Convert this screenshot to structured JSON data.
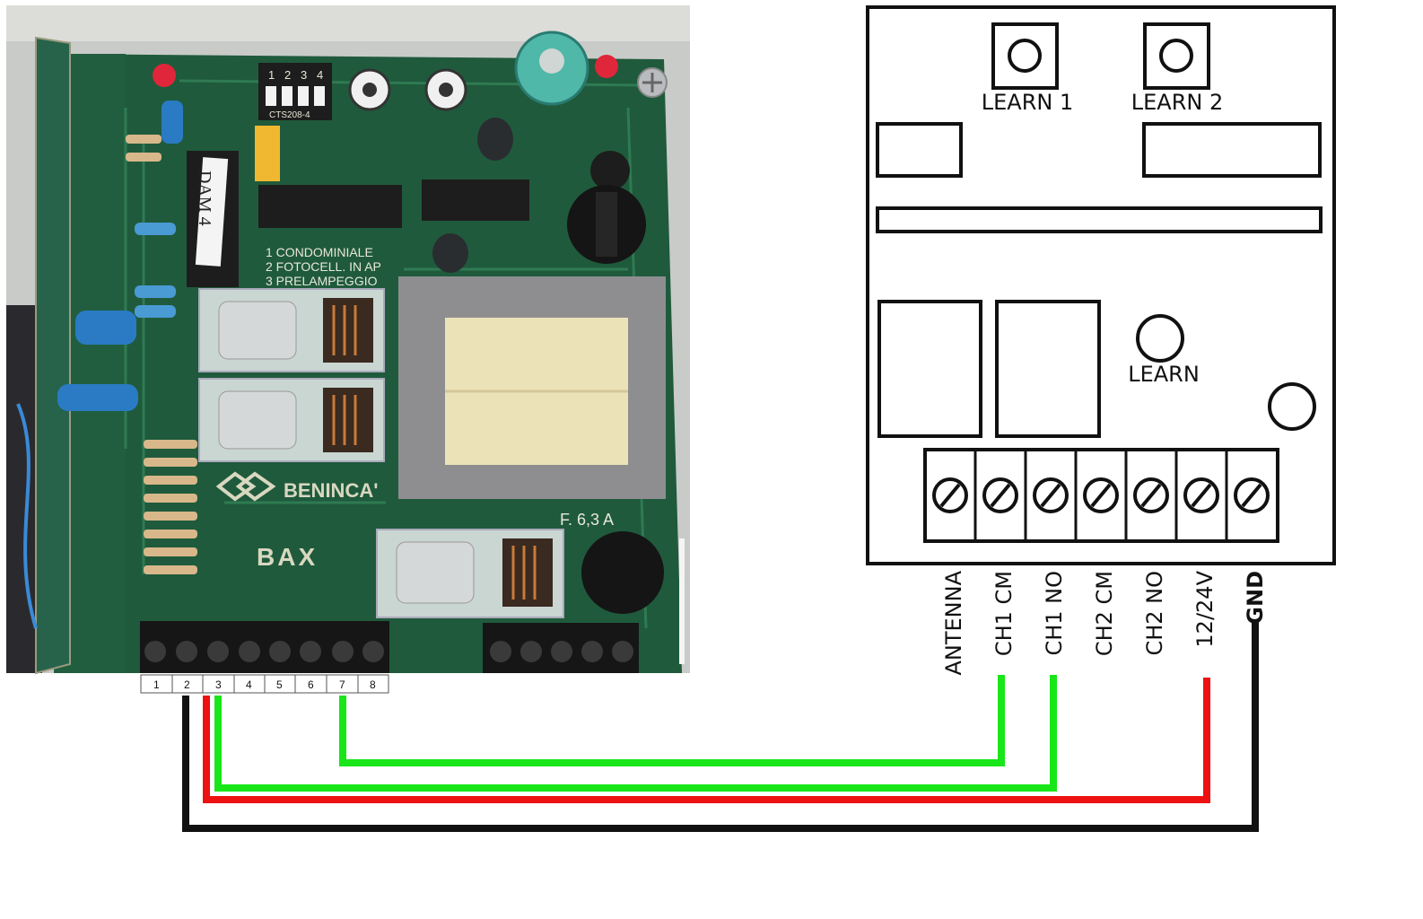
{
  "board": {
    "brand": "BENINCA'",
    "model": "BAX",
    "dip_label": "CTS208-4",
    "dip_numbers": [
      "1",
      "2",
      "3",
      "4"
    ],
    "silk_lines": [
      "1 CONDOMINIALE",
      "2 FOTOCELL. IN AP",
      "3 PRELAMPEGGIO"
    ],
    "chip_label": "DAM 4",
    "fuse_label": "F. 6,3 A",
    "terminal_numbers": [
      "1",
      "2",
      "3",
      "4",
      "5",
      "6",
      "7",
      "8"
    ]
  },
  "receiver": {
    "learn1": "LEARN 1",
    "learn2": "LEARN 2",
    "learn": "LEARN",
    "terminals": [
      "ANTENNA",
      "CH1 CM",
      "CH1 NO",
      "CH2 CM",
      "CH2 NO",
      "12/24V",
      "GND"
    ]
  },
  "wires": [
    {
      "from_terminal": "7",
      "to": "CH1 CM",
      "color": "#19e619"
    },
    {
      "from_terminal": "3",
      "to": "CH1 NO",
      "color": "#19e619"
    },
    {
      "from_terminal": "3",
      "to": "12/24V",
      "color": "#ee1111"
    },
    {
      "from_terminal": "2",
      "to": "GND",
      "color": "#111111"
    }
  ]
}
